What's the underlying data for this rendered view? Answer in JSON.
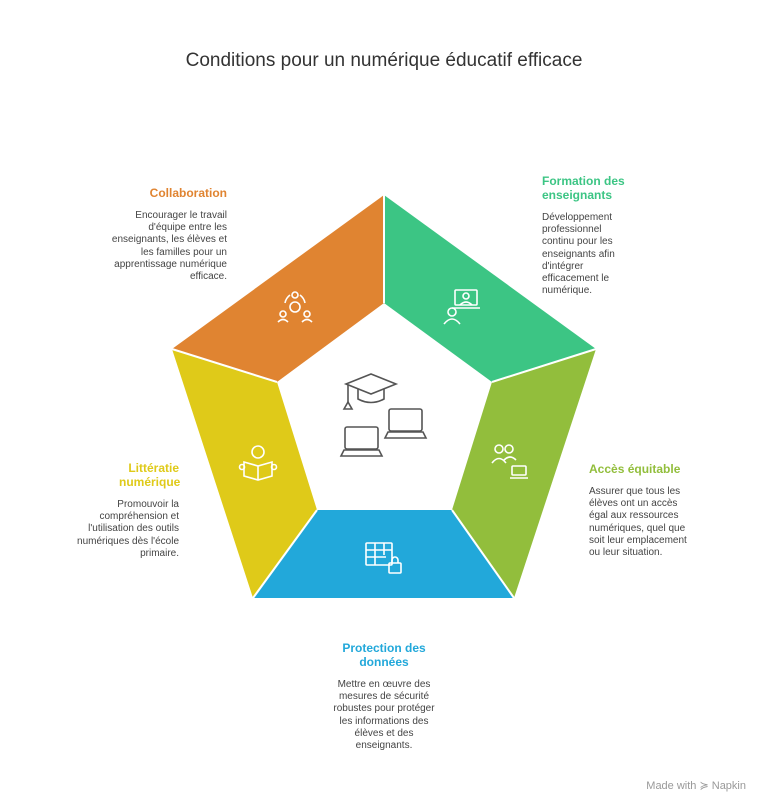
{
  "title": "Conditions pour un numérique éducatif efficace",
  "colors": {
    "collaboration": "#E08431",
    "formation": "#3CC584",
    "acces": "#92BE3C",
    "protection": "#22A8DA",
    "litteratie": "#DFCA19"
  },
  "sections": {
    "collaboration": {
      "title": "Collaboration",
      "text": "Encourager le travail d'équipe entre les enseignants, les élèves et les familles pour un apprentissage numérique efficace.",
      "icon": "team-gear-icon"
    },
    "formation": {
      "title": "Formation des enseignants",
      "text": "Développement professionnel continu pour les enseignants afin d'intégrer efficacement le numérique.",
      "icon": "teacher-laptop-icon"
    },
    "acces": {
      "title": "Accès équitable",
      "text": "Assurer que tous les élèves ont un accès égal aux ressources numériques, quel que soit leur emplacement ou leur situation.",
      "icon": "users-laptop-icon"
    },
    "protection": {
      "title": "Protection des données",
      "text": "Mettre en œuvre des mesures de sécurité robustes pour protéger les informations des élèves et des enseignants.",
      "icon": "table-lock-icon"
    },
    "litteratie": {
      "title": "Littératie numérique",
      "text": "Promouvoir la compréhension et l'utilisation des outils numériques dès l'école primaire.",
      "icon": "reader-book-icon"
    }
  },
  "footer": "Made with ≽ Napkin"
}
